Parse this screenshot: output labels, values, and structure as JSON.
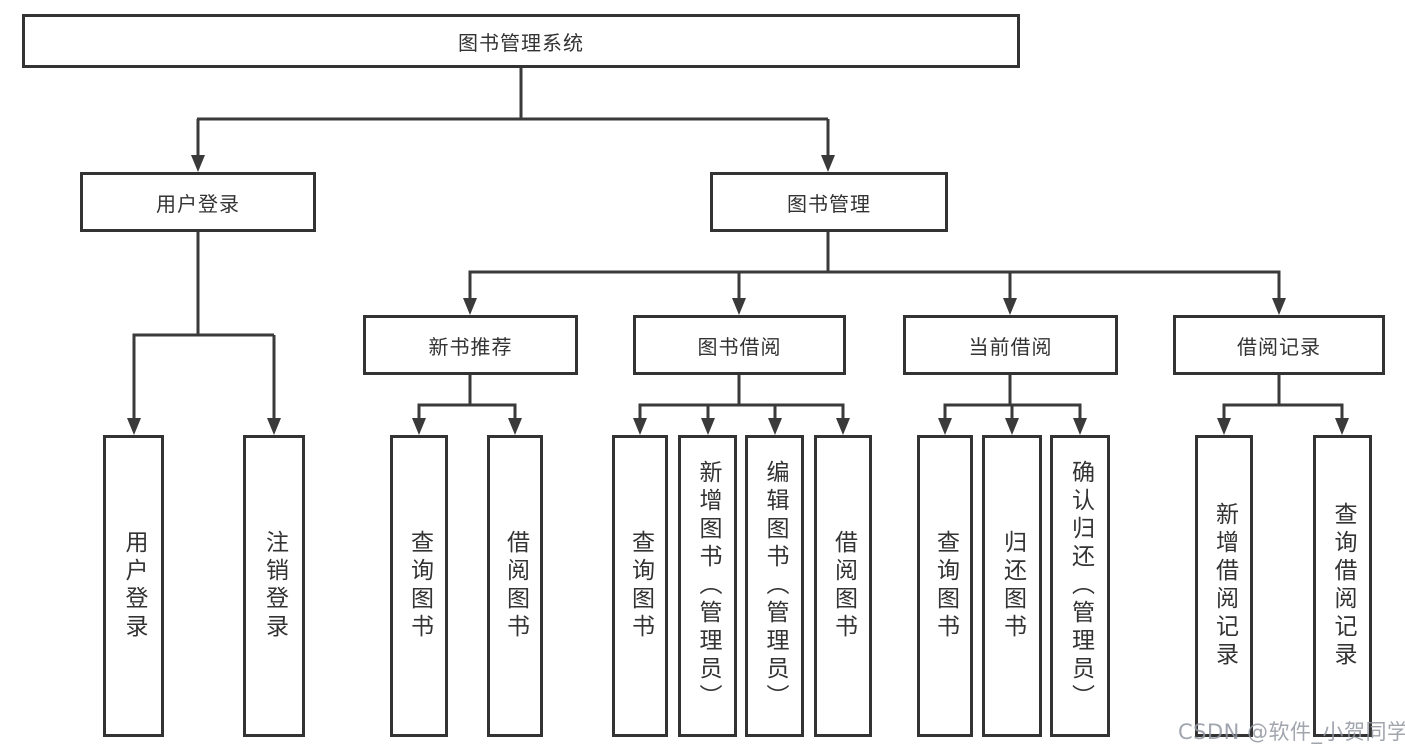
{
  "diagram": {
    "root": {
      "label": "图书管理系统"
    },
    "branches": [
      {
        "label": "用户登录",
        "children": [
          {
            "label": "用户登录"
          },
          {
            "label": "注销登录"
          }
        ]
      },
      {
        "label": "图书管理",
        "children": [
          {
            "label": "新书推荐",
            "children": [
              {
                "label": "查询图书"
              },
              {
                "label": "借阅图书"
              }
            ]
          },
          {
            "label": "图书借阅",
            "children": [
              {
                "label": "查询图书"
              },
              {
                "label": "新增图书（管理员）"
              },
              {
                "label": "编辑图书（管理员）"
              },
              {
                "label": "借阅图书"
              }
            ]
          },
          {
            "label": "当前借阅",
            "children": [
              {
                "label": "查询图书"
              },
              {
                "label": "归还图书"
              },
              {
                "label": "确认归还（管理员）"
              }
            ]
          },
          {
            "label": "借阅记录",
            "children": [
              {
                "label": "新增借阅记录"
              },
              {
                "label": "查询借阅记录"
              }
            ]
          }
        ]
      }
    ]
  },
  "watermark": {
    "text": "CSDN @软件_小贺同学"
  },
  "colors": {
    "line": "#3a3a3a",
    "box_border": "#333333",
    "text": "#333333",
    "background": "#ffffff",
    "watermark": "#9096a0"
  }
}
